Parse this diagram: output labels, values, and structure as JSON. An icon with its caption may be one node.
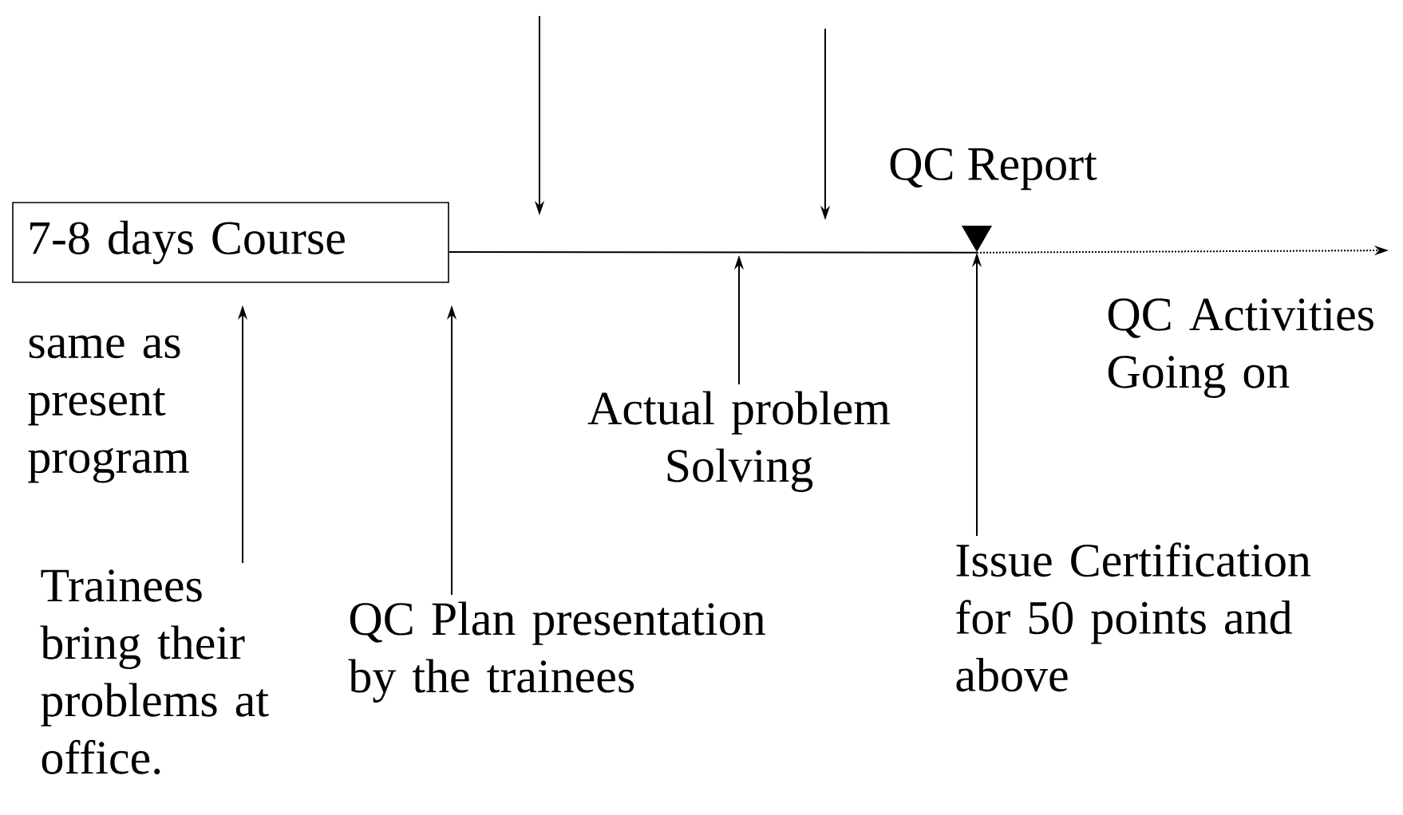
{
  "diagram": {
    "nodes": [
      {
        "text": [
          "7-8 days Course"
        ]
      },
      {
        "text": [],
        "shape": "triangle",
        "beside": [
          "QC Report"
        ]
      },
      {
        "text": [
          "Trainees bring their problems at office."
        ]
      },
      {
        "text": [
          "QC Plan presentation by the trainees"
        ]
      },
      {
        "text": [
          "Actual problem Solving"
        ]
      },
      {
        "text": [
          "Issue Certification for 50 points and above"
        ]
      }
    ],
    "edges": [
      {
        "from": 0,
        "to": 1,
        "arrow": "none"
      },
      {
        "from": 1,
        "to": null,
        "arrow": "to",
        "style": "dashed"
      },
      {
        "from": 2,
        "to": 0,
        "arrow": "to"
      },
      {
        "from": 3,
        "to": 0,
        "arrow": "to"
      },
      {
        "from": 4,
        "to": null,
        "arrow": "to"
      },
      {
        "from": 5,
        "to": 1,
        "arrow": "to"
      }
    ],
    "labels": [
      "same as present program",
      "QC Activities Going on"
    ]
  }
}
